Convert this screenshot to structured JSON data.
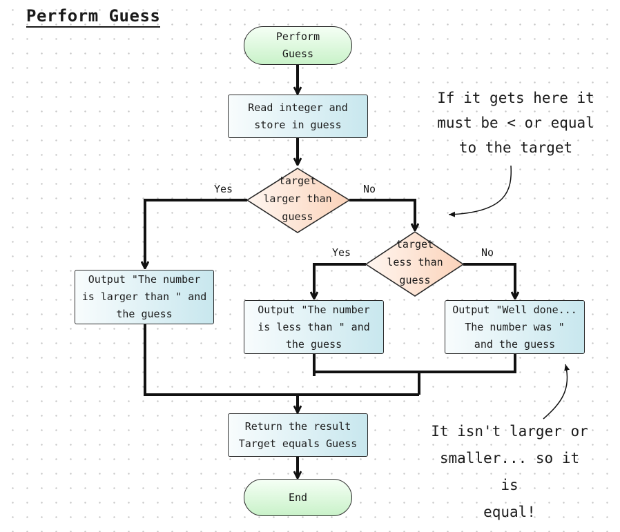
{
  "title": "Perform Guess",
  "nodes": {
    "start": "Perform\nGuess",
    "read": "Read integer and\nstore in guess",
    "decision1": "target\nlarger than\nguess",
    "decision2": "target\nless than\nguess",
    "output_larger": "Output \"The number\nis larger than \" and\nthe guess",
    "output_less": "Output \"The number\nis less than \" and\nthe guess",
    "output_equal": "Output \"Well done...\nThe number was \"\nand the guess",
    "return": "Return the result\nTarget equals Guess",
    "end": "End"
  },
  "edge_labels": {
    "d1_yes": "Yes",
    "d1_no": "No",
    "d2_yes": "Yes",
    "d2_no": "No"
  },
  "notes": {
    "top_right": "If it gets here it\nmust be < or equal\nto the target",
    "bottom_right": "It isn't larger or\nsmaller... so it is\nequal!"
  },
  "colors": {
    "terminal_fill": "#c9f2c9",
    "process_fill": "#c8e7ee",
    "decision_fill": "#fbd9c4",
    "line": "#111111"
  }
}
